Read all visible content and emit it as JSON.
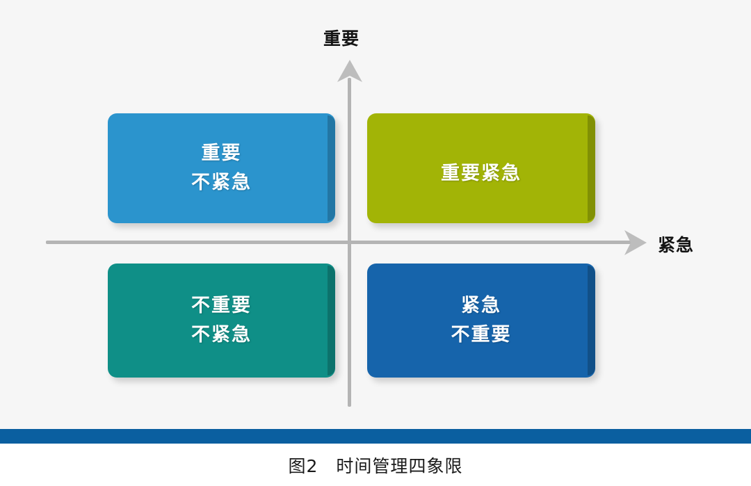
{
  "figure": {
    "caption": "图2　时间管理四象限",
    "background_color": "#f6f6f6",
    "rule_color": "#0a5fa0"
  },
  "axes": {
    "vertical": {
      "label": "重要",
      "icon": "arrow-up-icon",
      "line_color": "#b4b4b4"
    },
    "horizontal": {
      "label": "紧急",
      "icon": "arrow-right-icon",
      "line_color": "#b4b4b4"
    }
  },
  "quadrants": [
    {
      "id": "important-not-urgent",
      "position": "top-left",
      "lines": [
        "重要",
        "不紧急"
      ],
      "color": "#2b94cd"
    },
    {
      "id": "important-urgent",
      "position": "top-right",
      "lines": [
        "重要紧急"
      ],
      "color": "#a2b406"
    },
    {
      "id": "not-important-not-urgent",
      "position": "bottom-left",
      "lines": [
        "不重要",
        "不紧急"
      ],
      "color": "#0f8f87"
    },
    {
      "id": "urgent-not-important",
      "position": "bottom-right",
      "lines": [
        "紧急",
        "不重要"
      ],
      "color": "#1664ab"
    }
  ]
}
